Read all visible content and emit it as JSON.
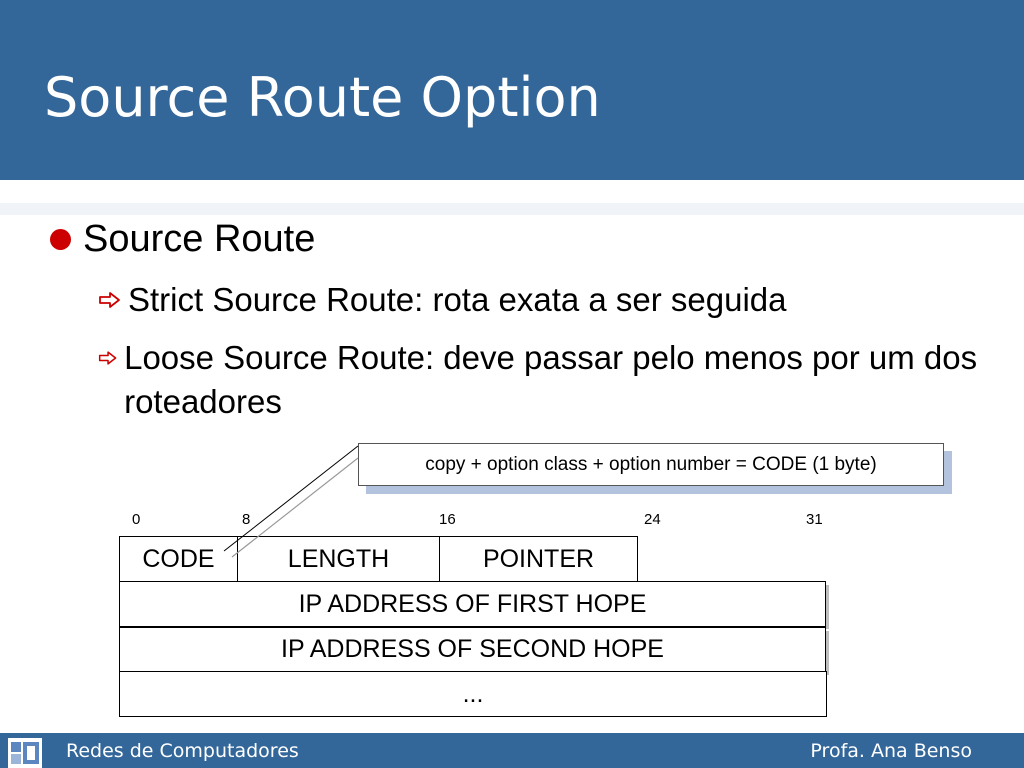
{
  "slide": {
    "title": "Source Route Option",
    "bullet": "Source Route",
    "sub_bullets": [
      "Strict Source Route: rota exata a ser seguida",
      "Loose Source Route: deve passar pelo menos por um dos roteadores"
    ]
  },
  "diagram": {
    "callout": "copy + option class + option number = CODE (1 byte)",
    "bit_positions": [
      "0",
      "8",
      "16",
      "24",
      "31"
    ],
    "fields": [
      "CODE",
      "LENGTH",
      "POINTER"
    ],
    "rows": [
      "IP ADDRESS OF FIRST HOPE",
      "IP ADDRESS OF SECOND HOPE",
      "..."
    ]
  },
  "footer": {
    "left": "Redes de Computadores",
    "right": "Profa. Ana Benso"
  },
  "colors": {
    "header": "#336699",
    "bullet": "#cc0000",
    "callout_shadow": "#b3c3dd"
  }
}
